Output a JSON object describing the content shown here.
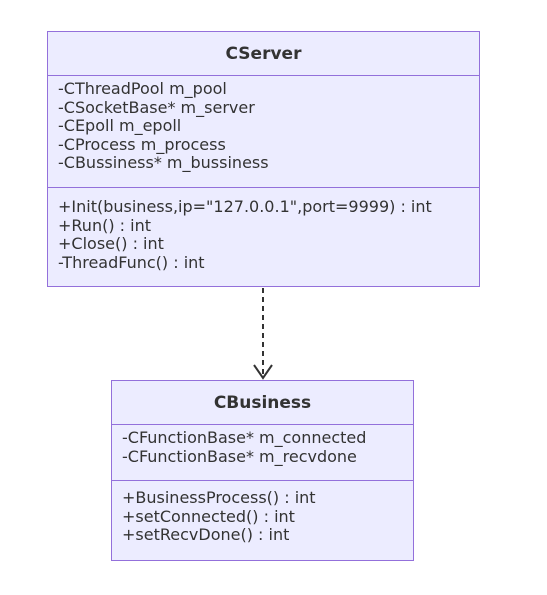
{
  "diagram": {
    "classes": [
      {
        "id": "cserver",
        "name": "CServer",
        "attributes": [
          "-CThreadPool m_pool",
          "-CSocketBase* m_server",
          "-CEpoll m_epoll",
          "-CProcess m_process",
          "-CBussiness* m_bussiness"
        ],
        "methods": [
          "+Init(business,ip=\"127.0.0.1\",port=9999) : int",
          "+Run() : int",
          "+Close() : int",
          "-ThreadFunc() : int"
        ]
      },
      {
        "id": "cbusiness",
        "name": "CBusiness",
        "attributes": [
          "-CFunctionBase* m_connected",
          "-CFunctionBase* m_recvdone"
        ],
        "methods": [
          "+BusinessProcess() : int",
          "+setConnected() : int",
          "+setRecvDone() : int"
        ]
      }
    ],
    "relations": [
      {
        "from": "CServer",
        "to": "CBusiness",
        "type": "dependency"
      }
    ],
    "colors": {
      "box_fill": "#ECECFF",
      "box_border": "#9370DB",
      "text": "#333333",
      "relation_line": "#333333"
    }
  }
}
